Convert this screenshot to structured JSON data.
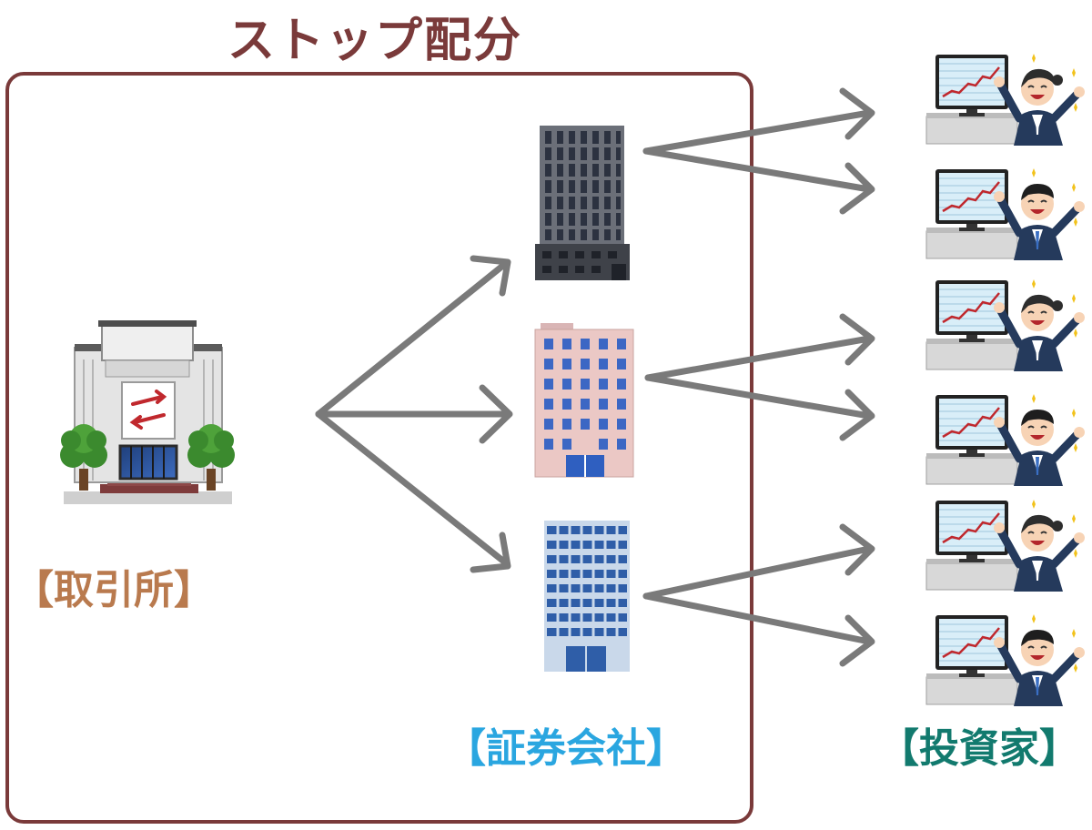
{
  "title": "ストップ配分",
  "labels": {
    "exchange": "【取引所】",
    "brokers": "【証券会社】",
    "investors": "【投資家】"
  },
  "colors": {
    "frame": "#7a3a3a",
    "title": "#7a3a3a",
    "exchange_label": "#b97a4e",
    "brokers_label": "#2aa6e0",
    "investors_label": "#127a6e",
    "arrow": "#7a7a7a"
  },
  "nodes": {
    "exchange": {
      "icon": "stock-exchange-building-icon"
    },
    "brokers": [
      {
        "icon": "dark-office-tower-icon"
      },
      {
        "icon": "pink-office-building-icon"
      },
      {
        "icon": "blue-office-building-icon"
      }
    ],
    "investors": [
      {
        "icon": "cheering-woman-investor-icon"
      },
      {
        "icon": "cheering-man-investor-icon"
      },
      {
        "icon": "cheering-woman-investor-icon"
      },
      {
        "icon": "cheering-man-investor-icon"
      },
      {
        "icon": "cheering-woman-investor-icon"
      },
      {
        "icon": "cheering-man-investor-icon"
      }
    ]
  }
}
